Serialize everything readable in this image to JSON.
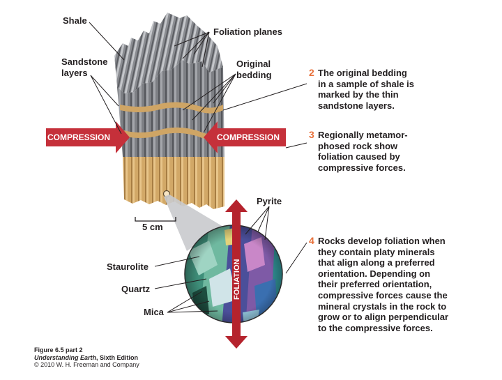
{
  "labels": {
    "shale": "Shale",
    "foliation_planes": "Foliation planes",
    "sandstone_layers": [
      "Sandstone",
      "layers"
    ],
    "original_bedding": [
      "Original",
      "bedding"
    ],
    "compression_left": "COMPRESSION",
    "compression_right": "COMPRESSION",
    "scale": "5 cm",
    "pyrite": "Pyrite",
    "staurolite": "Staurolite",
    "quartz": "Quartz",
    "mica": "Mica",
    "foliation_vertical": "FOLIATION"
  },
  "steps": [
    {
      "number": "2",
      "lines": [
        "The original bedding",
        "in a sample of shale is",
        "marked by the thin",
        "sandstone layers."
      ]
    },
    {
      "number": "3",
      "lines": [
        "Regionally metamor-",
        "phosed rock show",
        "foliation caused by",
        "compressive forces."
      ]
    },
    {
      "number": "4",
      "lines": [
        "Rocks develop foliation when",
        "they contain platy minerals",
        "that align along a preferred",
        "orientation. Depending on",
        "their preferred orientation,",
        "compressive forces cause the",
        "mineral crystals in the rock to",
        "grow or to align perpendicular",
        "to the compressive forces."
      ]
    }
  ],
  "caption": {
    "figure": "Figure 6.5 part 2",
    "book_title": "Understanding Earth",
    "book_edition": ", Sixth Edition",
    "copyright": "© 2010 W. H. Freeman and Company"
  },
  "colors": {
    "compression_arrow": "#c5303a",
    "foliation_arrow": "#b5232d",
    "rock_gray": "#7d7f84",
    "sandstone": "#cfa565",
    "step_number": "#e8703a"
  }
}
